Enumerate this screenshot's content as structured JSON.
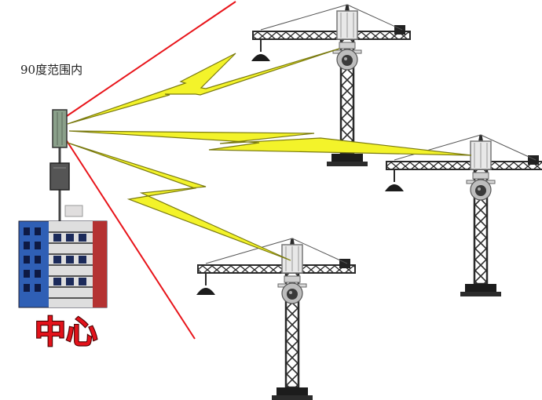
{
  "coverage_label": "90度范围内",
  "center_label": "中心",
  "colors": {
    "coverage_line": "#e8141a",
    "bolt_fill": "#f3f32a",
    "bolt_stroke": "#7a7a10",
    "crane_steel": "#2a2a2a",
    "center_text": "#e3121b",
    "building_blue": "#2f5fb5"
  },
  "icons": [
    "base-station-antenna",
    "wireless-bolt",
    "tower-crane",
    "dome-camera",
    "building"
  ]
}
